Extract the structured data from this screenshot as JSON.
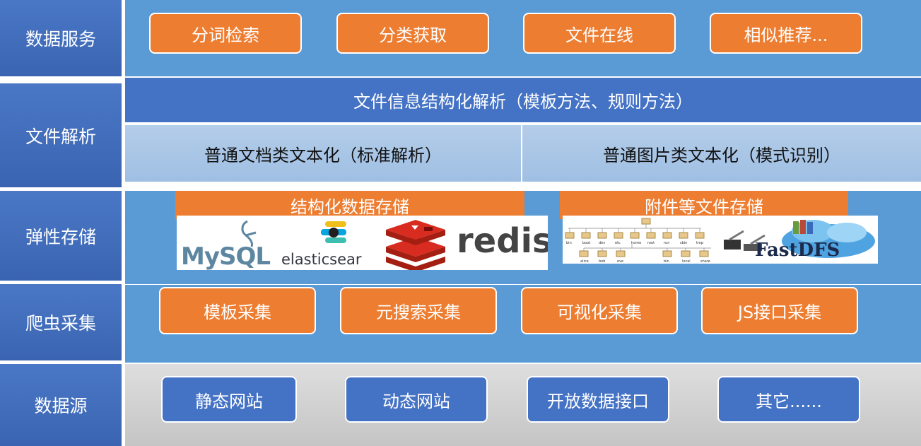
{
  "layers": [
    {
      "label": "数据服务"
    },
    {
      "label": "文件解析"
    },
    {
      "label": "弹性存储"
    },
    {
      "label": "爬虫采集"
    },
    {
      "label": "数据源"
    }
  ],
  "data_service": {
    "items": [
      "分词检索",
      "分类获取",
      "文件在线",
      "相似推荐..."
    ]
  },
  "file_parse": {
    "top_bar": "文件信息结构化解析（模板方法、规则方法）",
    "left_bar": "普通文档类文本化（标准解析）",
    "right_bar": "普通图片类文本化（模式识别）"
  },
  "storage": {
    "structured_label": "结构化数据存储",
    "file_label": "附件等文件存储",
    "logos": {
      "mysql": "MySQL",
      "elastic": "elasticsear",
      "redis": "redis",
      "fastdfs": "FastDFS"
    },
    "dir_tree_labels": [
      "bin",
      "boot",
      "dev",
      "etc",
      "home",
      "root",
      "run",
      "sbin",
      "tmp",
      "alice",
      "bob",
      "eve",
      "bin",
      "local",
      "share"
    ]
  },
  "crawler": {
    "items": [
      "模板采集",
      "元搜索采集",
      "可视化采集",
      "JS接口采集"
    ]
  },
  "data_source": {
    "items": [
      "静态网站",
      "动态网站",
      "开放数据接口",
      "其它......"
    ]
  },
  "colors": {
    "layer_blue": "#4472c4",
    "band_light": "#5b9bd5",
    "orange": "#ed7d31",
    "gray": "#c9c9c9",
    "dark_bar": "#4472c4",
    "light_bar": "#9dc3e6"
  }
}
